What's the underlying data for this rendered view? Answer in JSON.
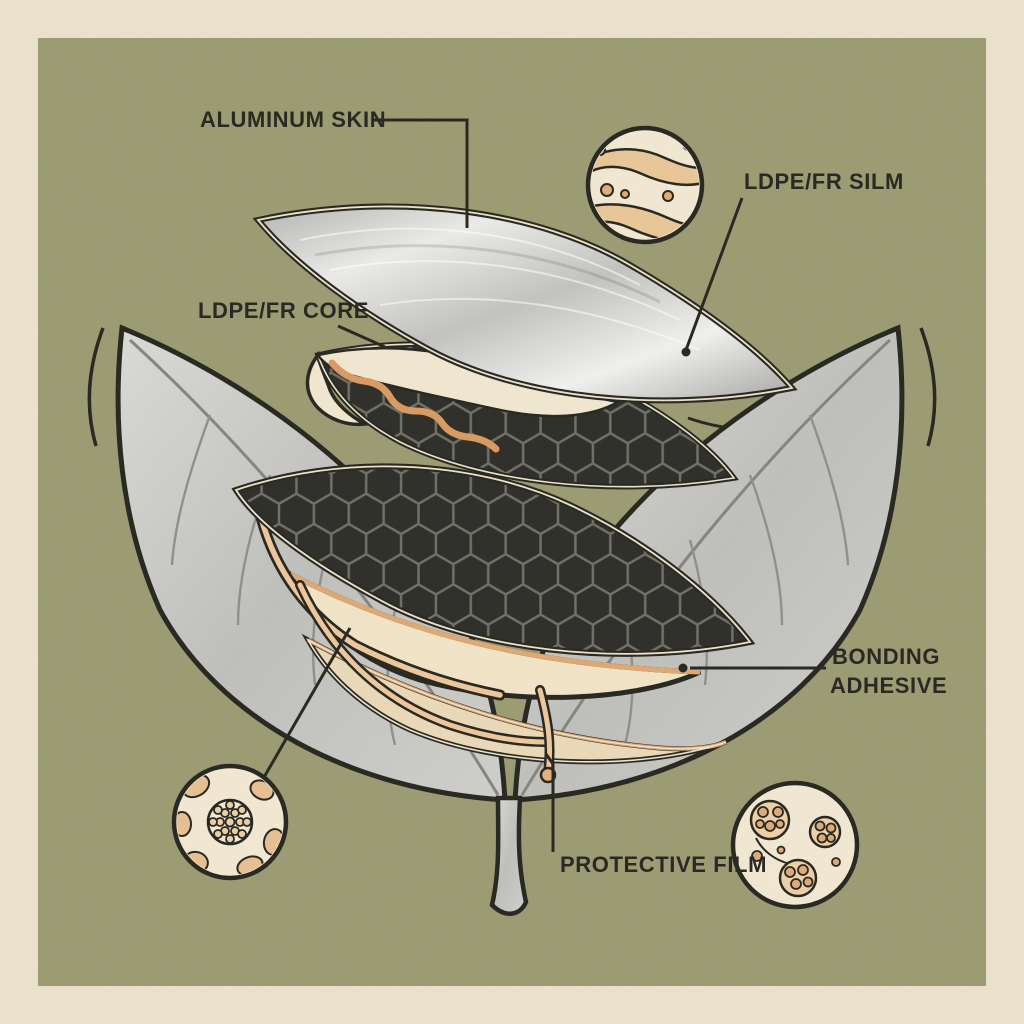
{
  "figure": {
    "type": "technical-illustration",
    "subject": "Exploded layer diagram of an aluminum composite panel drawn over two crossed silver leaves"
  },
  "labels": {
    "aluminum_skin": "ALUMINUM SKIN",
    "ldpe_fr_film": "LDPE/FR SILM",
    "ldpe_fr_core": "LDPE/FR CORE",
    "bonding_line1": "BONDING",
    "bonding_line2": "ADHESIVE",
    "protective_film": "PROTECTIVE FILM"
  },
  "colors": {
    "paper": "#ece2cc",
    "panel": "#9b9b72",
    "ink": "#26261f",
    "cream": "#f1e7d0",
    "adhesive_orange": "#e5af7c",
    "core_dark": "#2d2d28",
    "metal_light": "#ececea",
    "metal_mid": "#c2c2c0",
    "leaf_gray": "#cfcfcb"
  },
  "insets": {
    "top": "adhesive-film-texture-inset",
    "bottom_left": "bond-microstructure-inset",
    "bottom_right": "foam-cell-structure-inset"
  }
}
